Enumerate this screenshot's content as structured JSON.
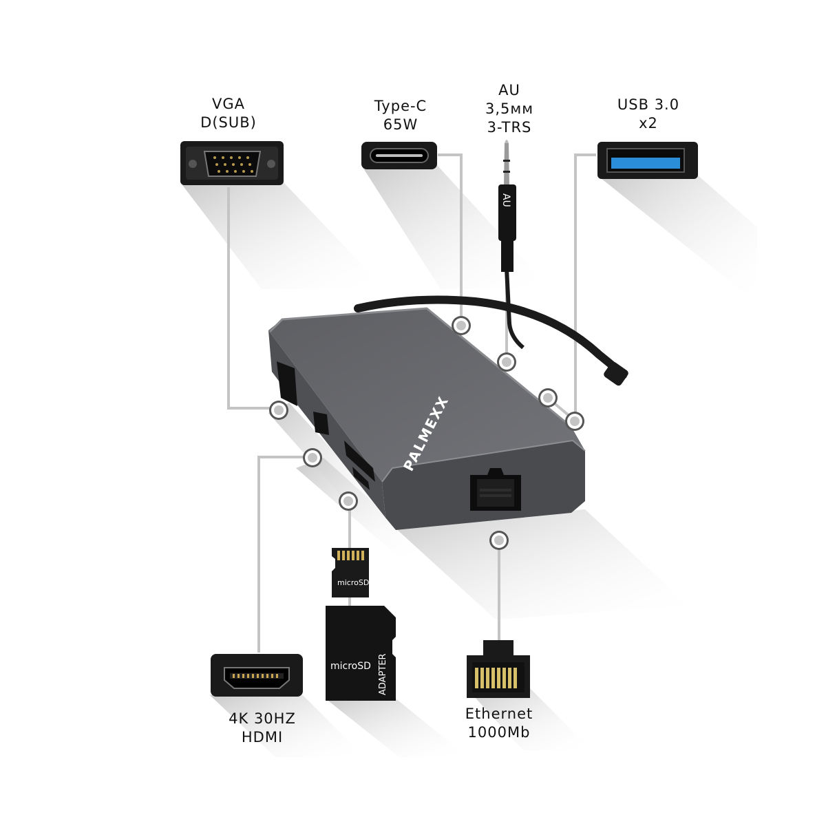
{
  "callouts": {
    "vga": {
      "line1": "VGA",
      "line2": "D(SUB)"
    },
    "typec": {
      "line1": "Type-C",
      "line2": "65W"
    },
    "audio": {
      "line1": "AU",
      "line2": "3,5мм",
      "line3": "3-TRS",
      "plug_text": "AU"
    },
    "usb": {
      "line1": "USB 3.0",
      "line2": "x2"
    },
    "hdmi": {
      "line1": "4K 30HZ",
      "line2": "HDMI"
    },
    "ethernet": {
      "line1": "Ethernet",
      "line2": "1000Mb"
    },
    "microsd": {
      "card_text": "microSD",
      "adapter_text_1": "microSD",
      "adapter_text_2": "ADAPTER"
    }
  },
  "device": {
    "brand": "PALMEXX"
  },
  "colors": {
    "device_body": "#5b5c60",
    "device_top": "#6a6b6f",
    "port_black": "#111111",
    "usb_blue": "#2a8fd8",
    "connector_line": "#c4c4c4",
    "shadow": "#dcdcdc"
  }
}
